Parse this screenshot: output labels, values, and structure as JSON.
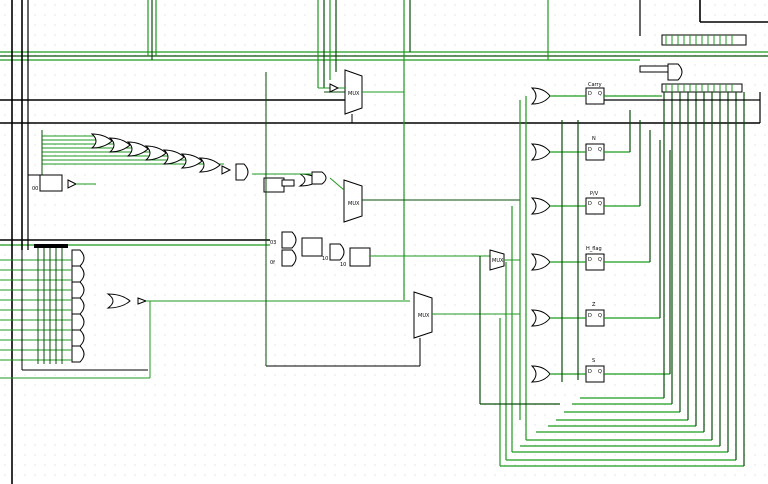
{
  "app": {
    "title": "",
    "colors": {
      "background": "#ffffff",
      "grid_dot": "#c8c8c8",
      "wire_active": "#1f9a1f",
      "wire_dark": "#0a4d0a",
      "wire_black": "#000000",
      "component_stroke": "#000000",
      "component_fill": "#ffffff"
    }
  },
  "flags": {
    "carry_label": "Carry",
    "n_label": "N",
    "pv_label": "P/V",
    "hflag_label": "H_flag",
    "z_label": "Z",
    "s_label": "S"
  },
  "muxes": {
    "mux1_label": "MUX",
    "mux2_label": "MUX",
    "mux3_label": "MUX",
    "mux4_label": "MUX"
  },
  "constants": {
    "c00": "00",
    "c03": "03",
    "c0f": "0f",
    "c10": "10",
    "c10b": "10"
  },
  "ff_pins": {
    "d": "D",
    "q": "Q"
  }
}
